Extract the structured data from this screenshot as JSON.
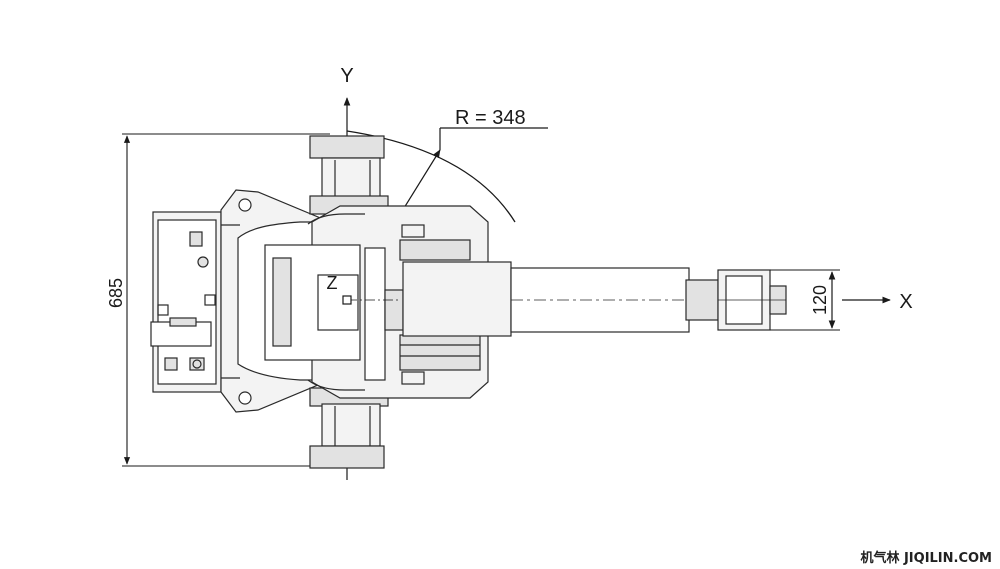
{
  "drawing": {
    "axis_y_label": "Y",
    "axis_x_label": "X",
    "axis_z_label": "Z",
    "radius_label": "R = 348",
    "height_dimension": "685",
    "wrist_dimension": "120"
  },
  "watermark": {
    "text": "机气林 JIQILIN.COM"
  },
  "colors": {
    "line": "#2a2a2a",
    "fill_light": "#f3f3f3",
    "fill_mid": "#e2e2e2",
    "fill_dark": "#c9c9c9"
  }
}
